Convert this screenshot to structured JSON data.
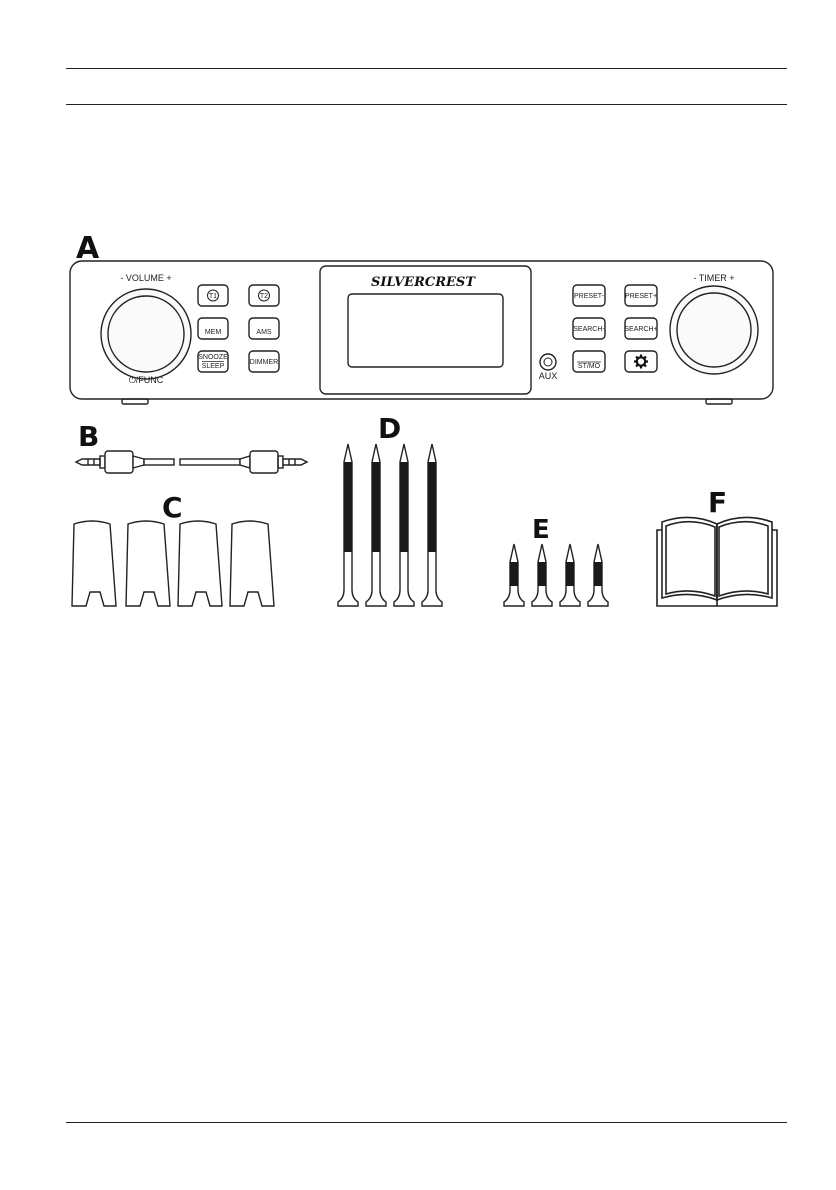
{
  "figure": {
    "labels": [
      "A",
      "B",
      "C",
      "D",
      "E",
      "F"
    ],
    "radio": {
      "brand": "SilverCrest",
      "brand_logo_text": "SILVERCREST",
      "volume_label": "- VOLUME +",
      "func_label": "⏻/FUNC",
      "timer_label": "- TIMER +",
      "aux_label": "AUX",
      "buttons": {
        "t1": "T1",
        "t2": "T2",
        "mem": "MEM",
        "ams": "AMS",
        "snooze": "SNOOZE",
        "sleep": "SLEEP",
        "dimmer": "DIMMER",
        "preset_minus": "PRESET-",
        "preset_plus": "PRESET+",
        "search_minus": "SEARCH-",
        "search_plus": "SEARCH+",
        "stmo": "ST/MO",
        "settings_icon": "gear-icon"
      }
    }
  },
  "colors": {
    "line": "#222222",
    "panel": "#ffffff",
    "knob_fill": "#fafafa"
  }
}
